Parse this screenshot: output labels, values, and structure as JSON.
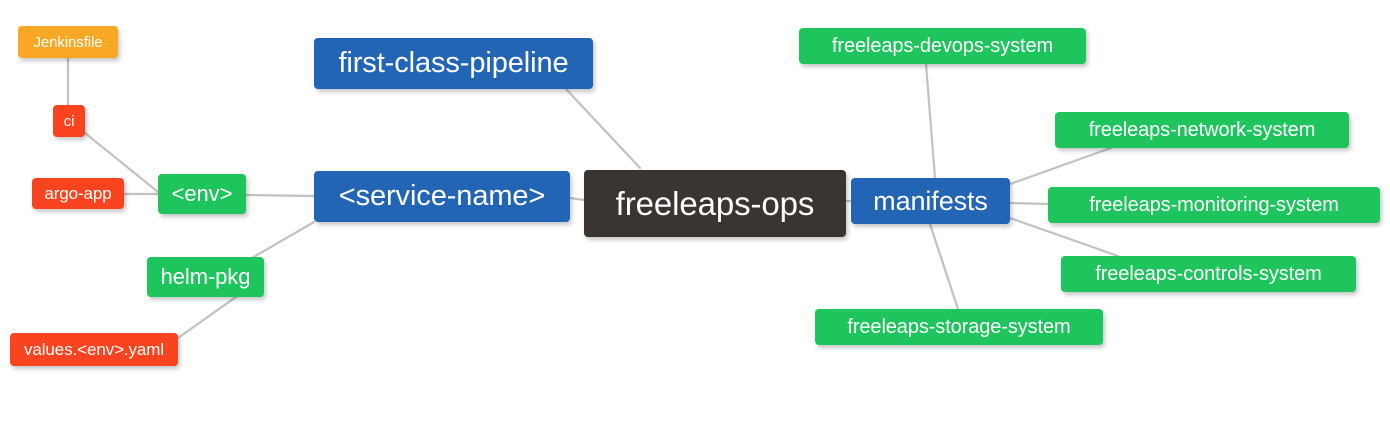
{
  "diagram": {
    "type": "mindmap",
    "root": "freeleaps-ops",
    "background": "#ffffff",
    "edge_color": "#bfbfbf",
    "colors": {
      "root": "#3a3531",
      "blue": "#2265b4",
      "green": "#1ec45c",
      "orange": "#f9a826",
      "red": "#f9441f"
    }
  },
  "nodes": {
    "root": {
      "label": "freeleaps-ops",
      "color": "#3a3531"
    },
    "pipeline": {
      "label": "first-class-pipeline",
      "color": "#2265b4"
    },
    "service_name": {
      "label": "<service-name>",
      "color": "#2265b4"
    },
    "manifests": {
      "label": "manifests",
      "color": "#2265b4"
    },
    "env": {
      "label": "<env>",
      "color": "#1ec45c"
    },
    "helm_pkg": {
      "label": "helm-pkg",
      "color": "#1ec45c"
    },
    "jenkinsfile": {
      "label": "Jenkinsfile",
      "color": "#f9a826"
    },
    "ci": {
      "label": "ci",
      "color": "#f9441f"
    },
    "argo_app": {
      "label": "argo-app",
      "color": "#f9441f"
    },
    "values_yaml": {
      "label": "values.<env>.yaml",
      "color": "#f9441f"
    },
    "devops_system": {
      "label": "freeleaps-devops-system",
      "color": "#1ec45c"
    },
    "network_system": {
      "label": "freeleaps-network-system",
      "color": "#1ec45c"
    },
    "monitoring_system": {
      "label": "freeleaps-monitoring-system",
      "color": "#1ec45c"
    },
    "controls_system": {
      "label": "freeleaps-controls-system",
      "color": "#1ec45c"
    },
    "storage_system": {
      "label": "freeleaps-storage-system",
      "color": "#1ec45c"
    }
  },
  "edges": [
    {
      "from": "pipeline",
      "to": "root"
    },
    {
      "from": "service_name",
      "to": "root"
    },
    {
      "from": "root",
      "to": "manifests"
    },
    {
      "from": "env",
      "to": "service_name"
    },
    {
      "from": "helm_pkg",
      "to": "service_name"
    },
    {
      "from": "ci",
      "to": "env"
    },
    {
      "from": "argo_app",
      "to": "env"
    },
    {
      "from": "jenkinsfile",
      "to": "ci"
    },
    {
      "from": "values_yaml",
      "to": "helm_pkg"
    },
    {
      "from": "manifests",
      "to": "devops_system"
    },
    {
      "from": "manifests",
      "to": "network_system"
    },
    {
      "from": "manifests",
      "to": "monitoring_system"
    },
    {
      "from": "manifests",
      "to": "controls_system"
    },
    {
      "from": "manifests",
      "to": "storage_system"
    }
  ]
}
